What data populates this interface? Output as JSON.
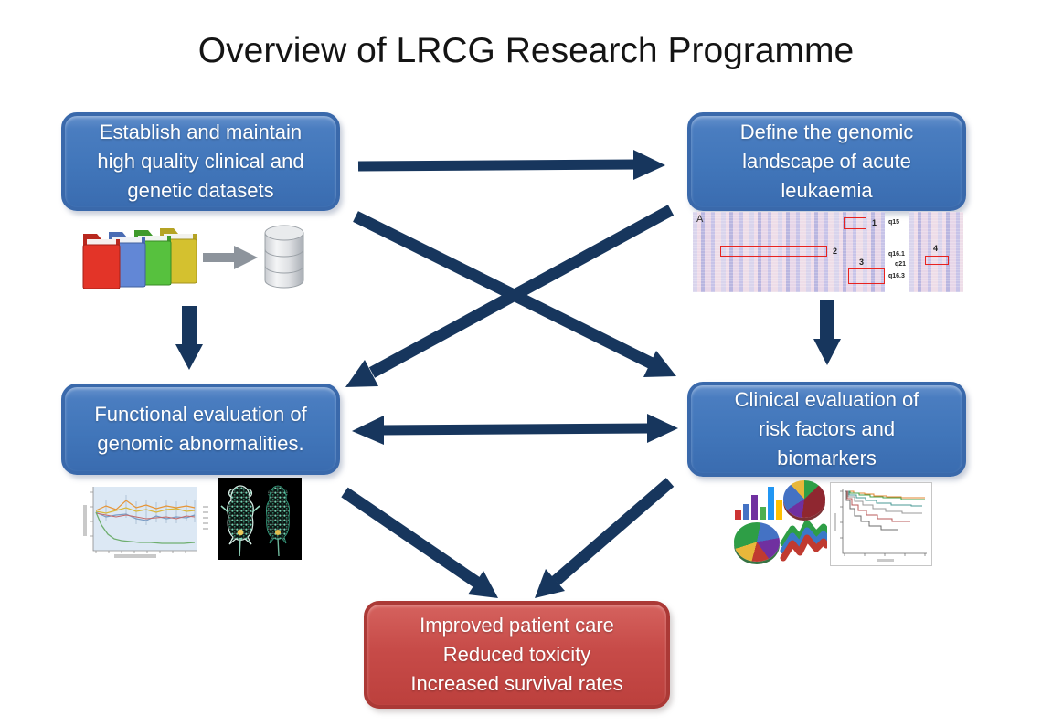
{
  "title": "Overview of LRCG Research Programme",
  "nodes": {
    "datasets": {
      "label": "Establish and maintain high quality clinical and genetic datasets"
    },
    "genomic": {
      "label": "Define the genomic landscape of acute leukaemia"
    },
    "functional": {
      "label": "Functional evaluation of genomic abnormalities."
    },
    "clinical": {
      "label": "Clinical evaluation of risk factors and biomarkers"
    },
    "outcomes": {
      "lines": [
        "Improved patient care",
        "Reduced toxicity",
        "Increased survival rates"
      ]
    }
  },
  "heatmap": {
    "panel_label": "A",
    "regions": [
      "1",
      "2",
      "3",
      "4"
    ],
    "bands": [
      "q15",
      "q16.1",
      "q21",
      "q16.3"
    ]
  },
  "figures": {
    "datasets_image": "colored-folders-to-database-icon",
    "genomic_image": "genomic-heatmap-with-highlighted-regions",
    "functional_images": [
      "cell-response-line-chart",
      "mouse-bioluminescence-imaging"
    ],
    "clinical_images": [
      "statistics-charts-clipart",
      "kaplan-meier-survival-curves"
    ]
  },
  "colors": {
    "arrow": "#17365d",
    "node_blue": "#4478bc",
    "node_blue_border": "#3a69ab",
    "node_red": "#c24a47",
    "node_red_border": "#ab3936",
    "highlight_red": "#e8231f"
  }
}
